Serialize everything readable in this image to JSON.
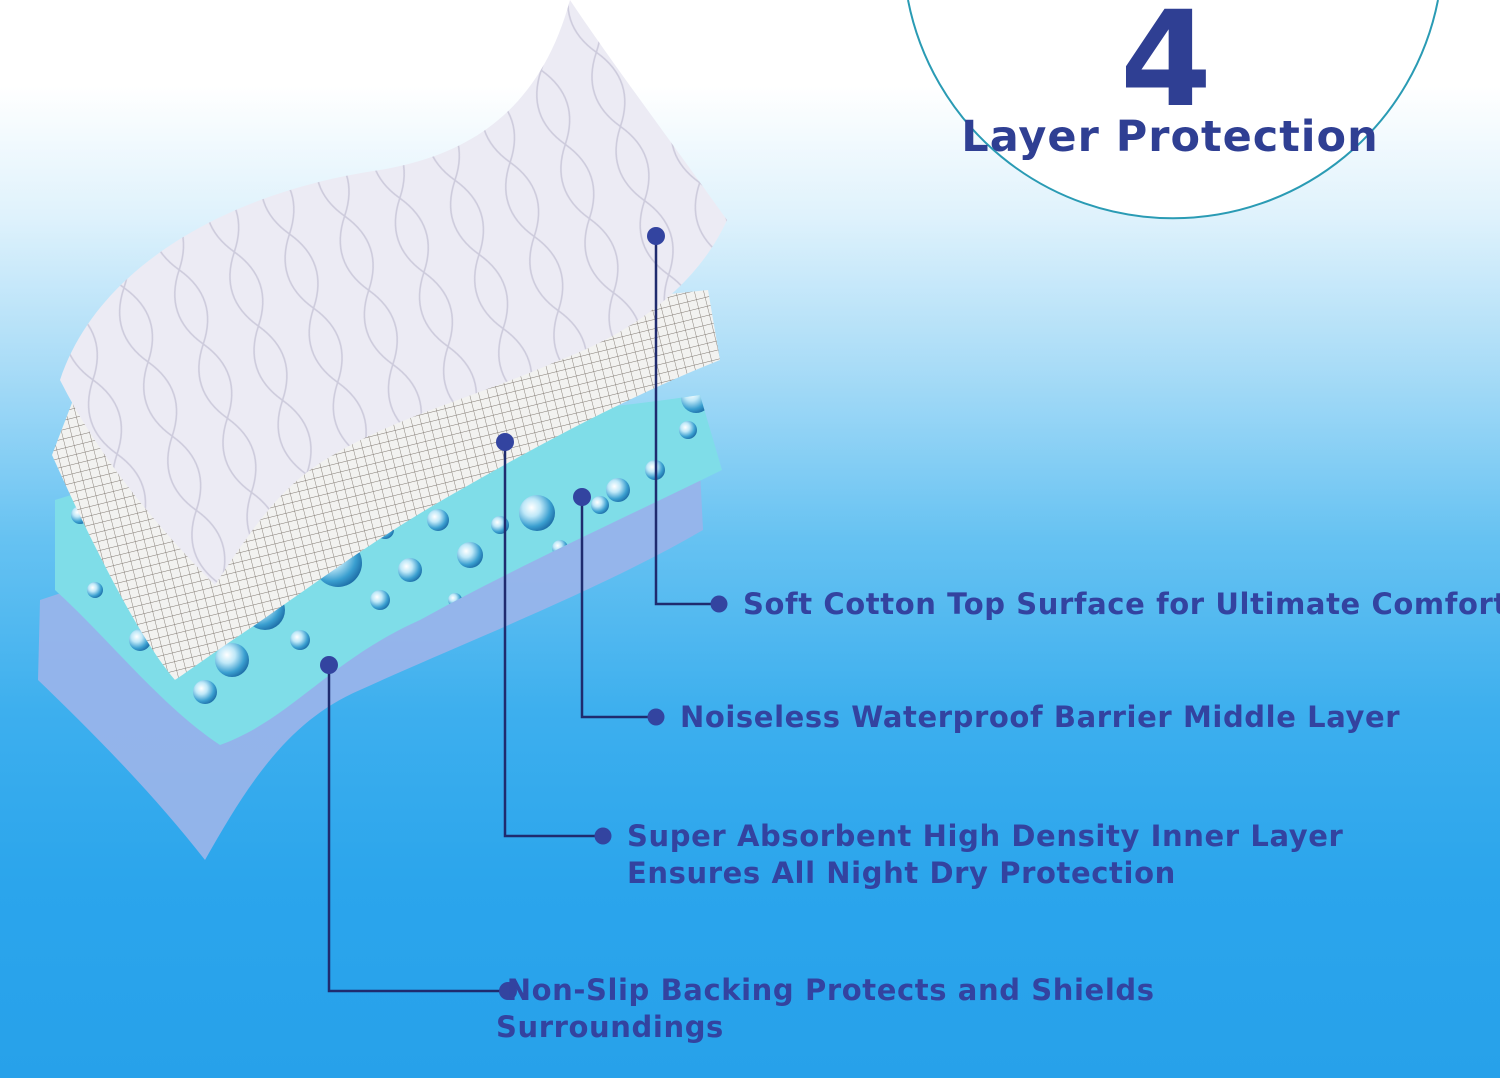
{
  "badge": {
    "number": "4",
    "title": "Layer Protection",
    "ring_color": "#2a9bb4",
    "text_color": "#2f3f93"
  },
  "layers": [
    {
      "id": "top",
      "line1": "Soft Cotton Top Surface for Ultimate Comfort",
      "line2": ""
    },
    {
      "id": "waterproof",
      "line1": "Noiseless Waterproof Barrier Middle Layer",
      "line2": ""
    },
    {
      "id": "absorbent",
      "line1": "Super Absorbent High Density Inner Layer",
      "line2": "Ensures All Night Dry Protection"
    },
    {
      "id": "backing",
      "line1": " Non-Slip Backing Protects and Shields",
      "line2": "Surroundings"
    }
  ],
  "colors": {
    "label_text": "#3343a0",
    "leader_line": "#1f2b6e",
    "marker_dot": "#3344a0",
    "layer_top": "#eceaf4",
    "layer_mesh": "#f2f2f0",
    "layer_water": "#7fdde8",
    "layer_back": "#98b4ea"
  }
}
